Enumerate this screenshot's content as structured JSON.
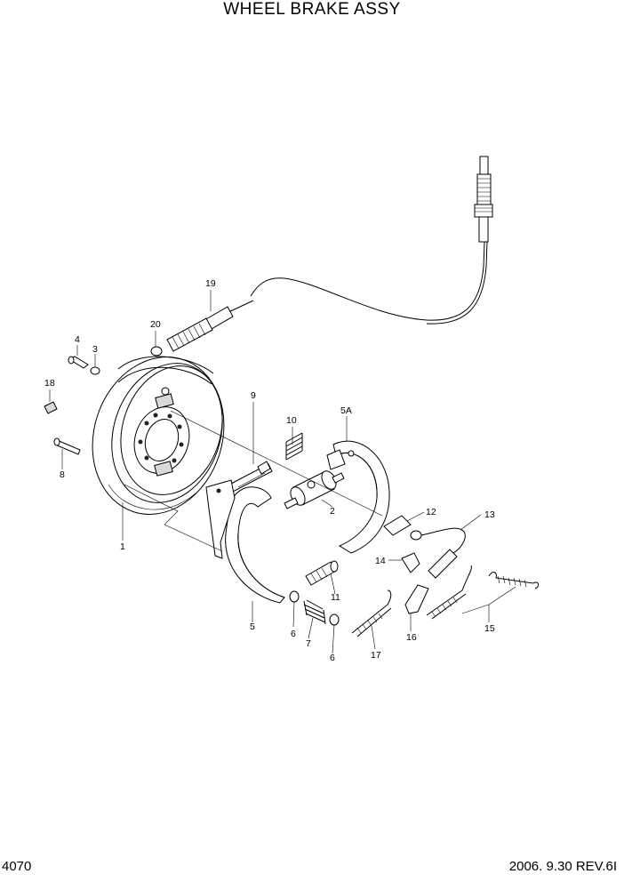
{
  "title": "WHEEL BRAKE ASSY",
  "page_number": "4070",
  "date_rev": "2006. 9.30  REV.6I",
  "callouts": {
    "c1": "1",
    "c2": "2",
    "c3": "3",
    "c4": "4",
    "c5": "5",
    "c5a": "5A",
    "c6a": "6",
    "c6b": "6",
    "c7": "7",
    "c8": "8",
    "c9": "9",
    "c10": "10",
    "c11": "11",
    "c12": "12",
    "c13": "13",
    "c14": "14",
    "c15": "15",
    "c16": "16",
    "c17": "17",
    "c18": "18",
    "c19": "19",
    "c20": "20"
  }
}
